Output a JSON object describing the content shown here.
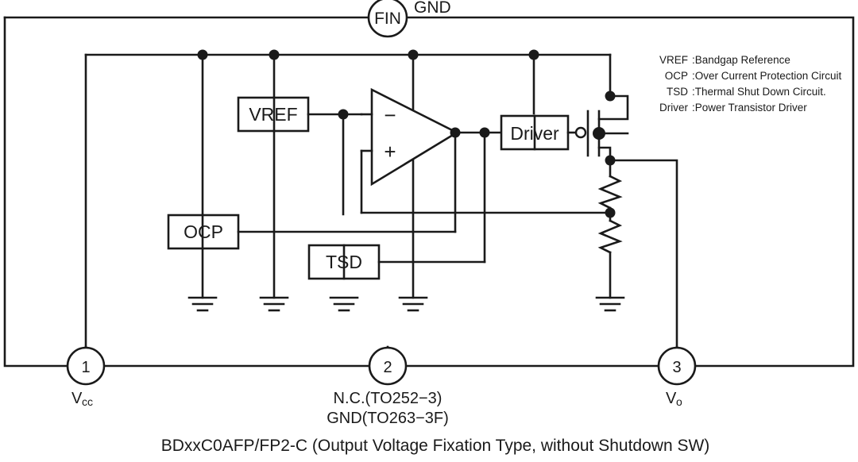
{
  "diagram": {
    "title": "BDxxC0AFP/FP2-C (Output Voltage Fixation Type, without Shutdown SW)",
    "fin_label": "FIN",
    "gnd_label": "GND",
    "blocks": [
      {
        "id": "vref",
        "label": "VREF"
      },
      {
        "id": "ocp",
        "label": "OCP"
      },
      {
        "id": "tsd",
        "label": "TSD"
      },
      {
        "id": "driver",
        "label": "Driver"
      }
    ],
    "opamp": {
      "inverting_sign": "−",
      "noninverting_sign": "+"
    },
    "pins": [
      {
        "number": "1",
        "label": "Vcc",
        "label_main": "V",
        "label_sub": "cc",
        "line2": ""
      },
      {
        "number": "2",
        "label": "N.C.(TO252−3)",
        "label_main": "N.C.(TO252−3)",
        "label_sub": "",
        "line2": "GND(TO263−3F)"
      },
      {
        "number": "3",
        "label": "Vo",
        "label_main": "V",
        "label_sub": "o",
        "line2": ""
      }
    ],
    "legend": [
      {
        "key": "VREF",
        "value": ":Bandgap Reference"
      },
      {
        "key": "OCP",
        "value": ":Over Current Protection Circuit"
      },
      {
        "key": "TSD",
        "value": ":Thermal Shut Down Circuit."
      },
      {
        "key": "Driver",
        "value": ":Power Transistor Driver"
      }
    ],
    "colors": {
      "line": "#1a1a1a",
      "text": "#1a1a1a",
      "background": "#ffffff"
    }
  }
}
